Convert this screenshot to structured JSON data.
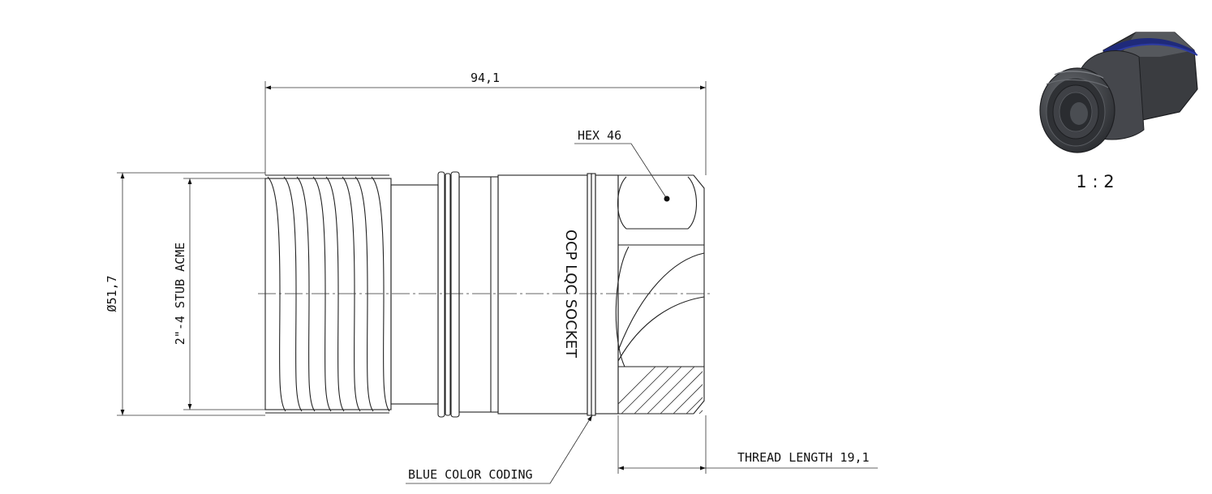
{
  "dimensions": {
    "overall_length": "94,1",
    "diameter": "Ø51,7",
    "thread_spec": "2\"-4 STUB ACME",
    "thread_length": "THREAD LENGTH 19,1"
  },
  "callouts": {
    "hex": "HEX 46",
    "color_coding": "BLUE COLOR CODING"
  },
  "part_marking": "OCP LQC SOCKET",
  "scale": "1 : 2",
  "colors": {
    "line": "#222222",
    "accent_ring": "#1f2a7a",
    "body_dark": "#3a3c40"
  }
}
